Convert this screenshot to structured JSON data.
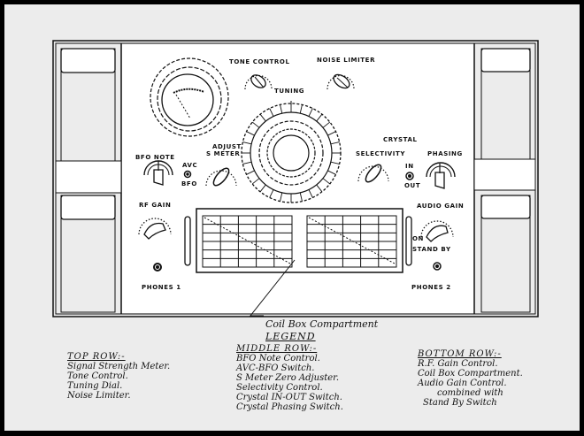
{
  "diagram": {
    "title": "Receiver Front Panel",
    "panel_labels": {
      "tone_control": "TONE CONTROL",
      "noise_limiter": "NOISE LIMITER",
      "tuning": "TUNING",
      "crystal": "CRYSTAL",
      "selectivity": "SELECTIVITY",
      "phasing": "PHASING",
      "bfo_note": "BFO NOTE",
      "adjust_s_meter_line1": "ADJUST",
      "adjust_s_meter_line2": "S METER",
      "avc": "AVC",
      "bfo": "BFO",
      "crystal_in": "IN",
      "crystal_out": "OUT",
      "rf_gain": "RF GAIN",
      "audio_gain": "AUDIO GAIN",
      "standby_on": "ON",
      "standby": "STAND BY",
      "phones_1": "PHONES 1",
      "phones_2": "PHONES 2"
    },
    "callout": "Coil Box Compartment",
    "legend": {
      "title": "LEGEND",
      "columns": [
        {
          "heading": "TOP ROW:-",
          "items": [
            "Signal Strength Meter.",
            "Tone Control.",
            "Tuning Dial.",
            "Noise Limiter."
          ]
        },
        {
          "heading": "MIDDLE ROW:-",
          "items": [
            "BFO Note Control.",
            "AVC-BFO Switch.",
            "S Meter Zero Adjuster.",
            "Selectivity Control.",
            "Crystal IN-OUT Switch.",
            "Crystal Phasing Switch."
          ]
        },
        {
          "heading": "BOTTOM ROW:-",
          "items": [
            "R.F. Gain Control.",
            "Coil Box Compartment.",
            "Audio Gain Control.",
            "combined with",
            "Stand By Switch"
          ]
        }
      ]
    }
  }
}
